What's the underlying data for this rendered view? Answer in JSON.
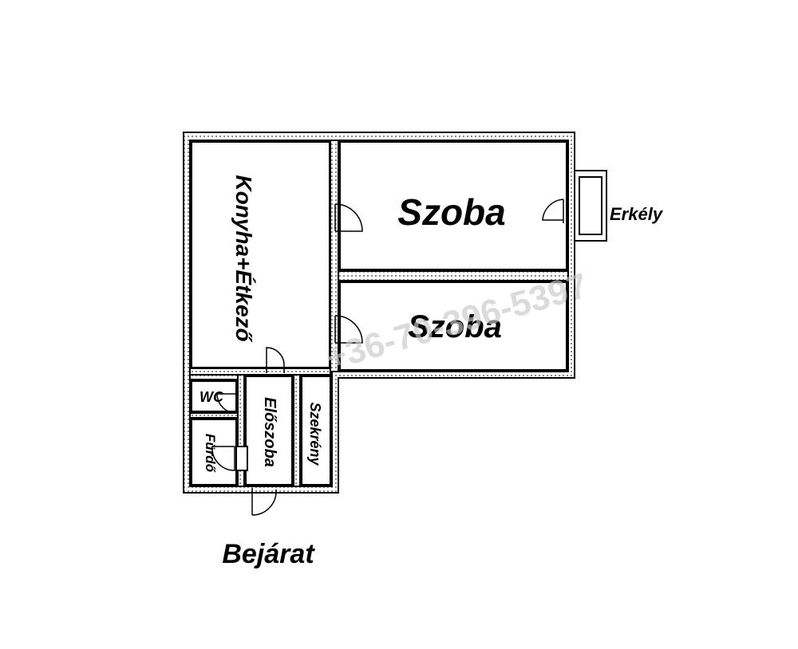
{
  "rooms": {
    "kitchen": "Konyha+Étkező",
    "room_large": "Szoba",
    "room_small": "Szoba",
    "balcony": "Erkély",
    "wc": "WC",
    "bathroom": "Fürdő",
    "hall": "Előszoba",
    "wardrobe": "Szekrény"
  },
  "entrance_label": "Bejárat",
  "watermark": "+36-70-396-5397"
}
